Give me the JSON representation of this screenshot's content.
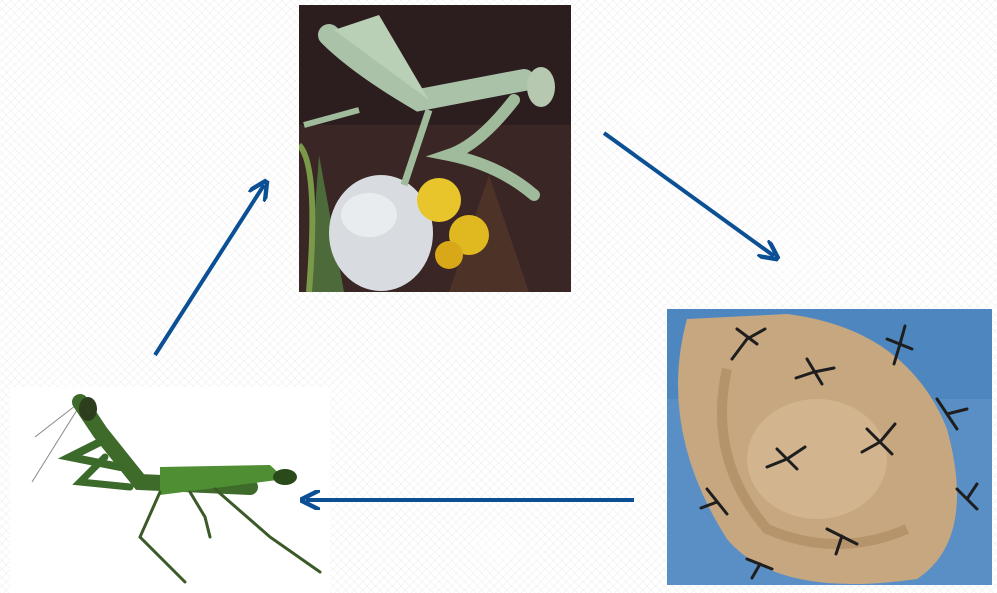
{
  "diagram": {
    "stages": [
      {
        "id": "adult",
        "icon": "mantis-adult-with-ootheca-photo"
      },
      {
        "id": "ootheca",
        "icon": "ootheca-hatching-nymphs-photo"
      },
      {
        "id": "nymph",
        "icon": "mantis-nymph-photo"
      }
    ],
    "arrow_color": "#0b4f94",
    "arrows": [
      {
        "from": "adult",
        "to": "ootheca"
      },
      {
        "from": "ootheca",
        "to": "nymph"
      },
      {
        "from": "nymph",
        "to": "adult"
      }
    ]
  }
}
